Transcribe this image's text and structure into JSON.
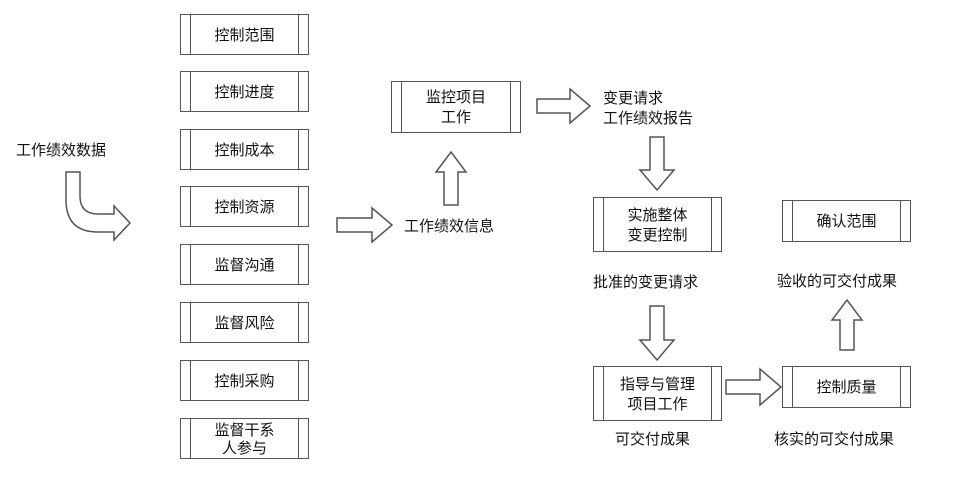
{
  "control_boxes": [
    {
      "id": "control-scope",
      "label": "控制范围"
    },
    {
      "id": "control-schedule",
      "label": "控制进度"
    },
    {
      "id": "control-cost",
      "label": "控制成本"
    },
    {
      "id": "control-resources",
      "label": "控制资源"
    },
    {
      "id": "monitor-communications",
      "label": "监督沟通"
    },
    {
      "id": "monitor-risks",
      "label": "监督风险"
    },
    {
      "id": "control-procurements",
      "label": "控制采购"
    },
    {
      "id": "monitor-stakeholder-engagement",
      "label": "监督干系\n人参与"
    }
  ],
  "process_boxes": {
    "monitor_control_work": "监控项目\n工作",
    "integrated_change_control": "实施整体\n变更控制",
    "direct_manage_work": "指导与管理\n项目工作",
    "control_quality": "控制质量",
    "validate_scope": "确认范围"
  },
  "labels": {
    "work_performance_data": "工作绩效数据",
    "work_performance_info": "工作绩效信息",
    "change_requests_reports": "变更请求\n工作绩效报告",
    "approved_change_requests": "批准的变更请求",
    "deliverables": "可交付成果",
    "verified_deliverables": "核实的可交付成果",
    "accepted_deliverables": "验收的可交付成果"
  }
}
